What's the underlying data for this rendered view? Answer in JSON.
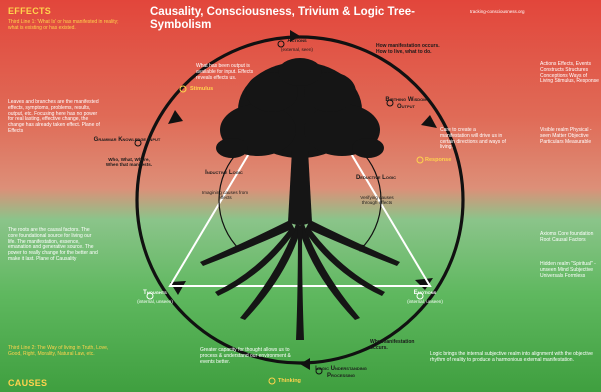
{
  "header": {
    "title": "Causality, Consciousness, Trivium & Logic Tree-Symbolism",
    "website": "tracking-consciousness.org"
  },
  "effects": {
    "heading": "EFFECTS",
    "intro": "Third Line 1: 'What Is' or has manifested in reality; what is existing or has existed.",
    "leaves": "Leaves and branches are the manifested effects, symptoms, problems, results, output, etc. Focusing here has no power for real lasting, effective change, the change has already taken effect. Plane of Effects"
  },
  "causes": {
    "heading": "CAUSES",
    "intro": "Third Line 2: The Way of living in Truth, Love, Good, Right, Morality, Natural Law, etc.",
    "roots": "The roots are the causal factors. The core foundational source for living our life. The manifestation, essence, emanation and generative source. The power to really change for the better and make it last. Plane of Causality"
  },
  "nodes": {
    "actions": {
      "title": "Actions",
      "subtitle": "(external, seen)"
    },
    "grammar": {
      "title": "Grammar Knowledge Input",
      "detail": "Who, What, Where, When that manifests."
    },
    "birthing": {
      "title": "Birthing Wisdom Output"
    },
    "thoughts": {
      "title": "Thoughts",
      "subtitle": "(internal, unseen)"
    },
    "emotions": {
      "title": "Emotions",
      "subtitle": "(internal, unseen)"
    },
    "logic": {
      "title": "Logic Understanding Processing"
    }
  },
  "labels": {
    "stimulus": "Stimulus",
    "response": "Response",
    "thinking": "Thinking",
    "output_note": "What has been output is available for input. Effects reveals effects us.",
    "how_manifest": "How manifestation occurs. How to live, what to do.",
    "why_manifest": "Why manifestation occurs.",
    "inductive_title": "Inductive Logic",
    "inductive_text": "Imagining causes from effects",
    "deductive_title": "Deductive Logic",
    "deductive_text": "Verifying causes through effects",
    "care_text": "Care to create a manifestation will drive us in certain directions and ways of living.",
    "greater_capacity": "Greater capacity for thought allows us to process & understand our environment & events better.",
    "logic_brings": "Logic brings the internal subjective realm into alignment with the objective rhythm of reality to produce a harmonious external manifestation."
  },
  "right_top": {
    "list": "Actions Effects, Events Constructs Structures Conceptions Ways of Living Stimulus, Response",
    "visible": "Visible realm Physical - seen Matter Objective Particulars Measurable"
  },
  "right_bottom": {
    "list": "Axioms Core foundation Root Causal Factors",
    "hidden": "Hidden realm \"Spiritual\" - unseen Mind Subjective Universals Formless"
  },
  "colors": {
    "top": "#e2463b",
    "middle": "#dd8f78",
    "bottom": "#3f9f3f",
    "accent": "#ffd34d",
    "ink": "#1a1a1a"
  }
}
